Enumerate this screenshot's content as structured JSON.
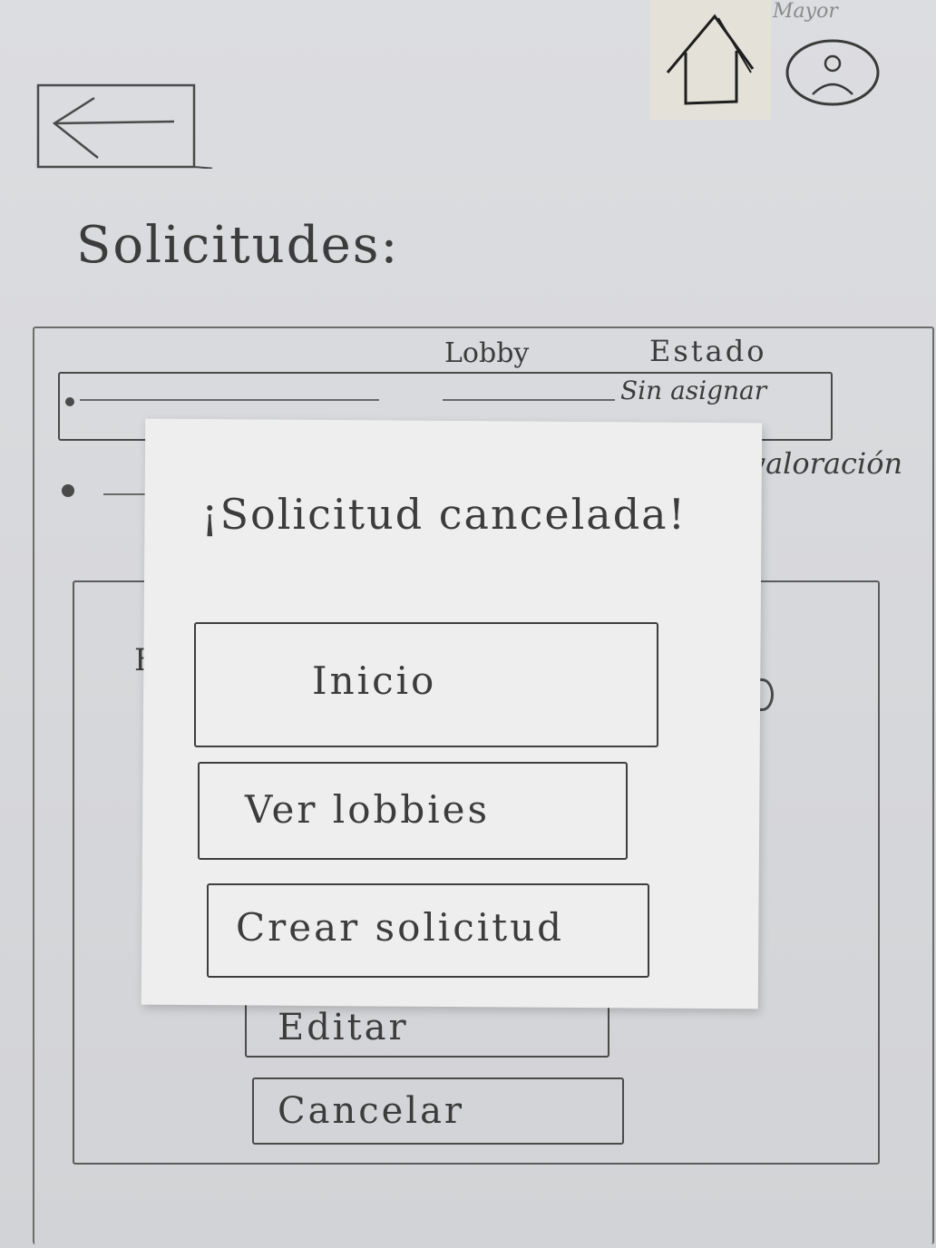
{
  "header": {
    "user_label": "Mayor",
    "home_icon": "home-icon",
    "avatar_icon": "sad-face-avatar-icon",
    "back_icon": "arrow-left-icon"
  },
  "page": {
    "title": "Solicitudes:"
  },
  "table": {
    "columns": [
      "Lobby",
      "Estado"
    ],
    "rows": [
      {
        "status": "Sin asignar"
      }
    ],
    "extra_label": "valoración"
  },
  "detail": {
    "partial_label": "E",
    "buttons": {
      "edit": "Editar",
      "cancel": "Cancelar"
    }
  },
  "modal": {
    "title": "¡Solicitud cancelada!",
    "buttons": {
      "home": "Inicio",
      "lobbies": "Ver lobbies",
      "create": "Crear solicitud"
    }
  }
}
